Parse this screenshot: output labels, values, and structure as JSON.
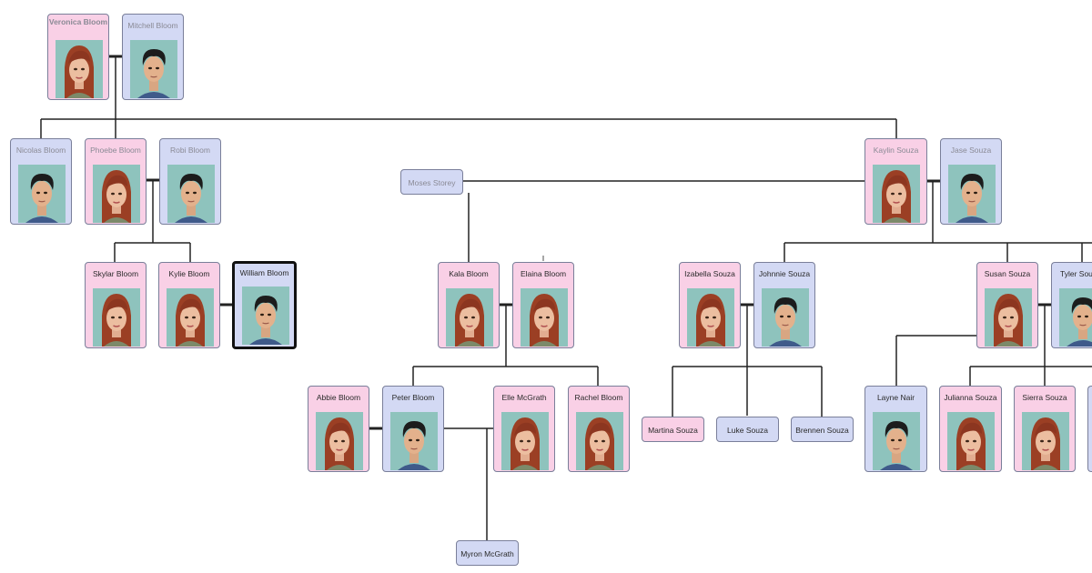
{
  "colors": {
    "female_card": "#f9d0e6",
    "male_card": "#d3d9f4",
    "portrait_bg": "#8ec3bd",
    "line": "#222222"
  },
  "people": [
    {
      "name": "Veronica Bloom",
      "icon": "female-avatar-icon"
    },
    {
      "name": "Mitchell Bloom",
      "icon": "male-avatar-icon"
    },
    {
      "name": "Nicolas Bloom",
      "icon": "male-avatar-icon"
    },
    {
      "name": "Phoebe Bloom",
      "icon": "female-avatar-icon"
    },
    {
      "name": "Robi Bloom",
      "icon": "male-avatar-icon"
    },
    {
      "name": "Skylar Bloom",
      "icon": "female-avatar-icon"
    },
    {
      "name": "Kylie Bloom",
      "icon": "female-avatar-icon"
    },
    {
      "name": "William Bloom",
      "icon": "male-avatar-icon"
    },
    {
      "name": "Moses Storey",
      "icon": ""
    },
    {
      "name": "Kala Bloom",
      "icon": "female-avatar-icon"
    },
    {
      "name": "Elaina Bloom",
      "icon": "female-avatar-icon"
    },
    {
      "name": "Abbie Bloom",
      "icon": "female-avatar-icon"
    },
    {
      "name": "Peter Bloom",
      "icon": "male-avatar-icon"
    },
    {
      "name": "Elle McGrath",
      "icon": "female-avatar-icon"
    },
    {
      "name": "Rachel Bloom",
      "icon": "female-avatar-icon"
    },
    {
      "name": "Myron McGrath",
      "icon": ""
    },
    {
      "name": "Izabella Souza",
      "icon": "female-avatar-icon"
    },
    {
      "name": "Johnnie Souza",
      "icon": "male-avatar-icon"
    },
    {
      "name": "Martina Souza",
      "icon": ""
    },
    {
      "name": "Luke Souza",
      "icon": ""
    },
    {
      "name": "Brennen Souza",
      "icon": ""
    },
    {
      "name": "Kaylin Souza",
      "icon": "female-avatar-icon"
    },
    {
      "name": "Jase Souza",
      "icon": "male-avatar-icon"
    },
    {
      "name": "Susan Souza",
      "icon": "female-avatar-icon"
    },
    {
      "name": "Tyler Sou",
      "icon": "male-avatar-icon"
    },
    {
      "name": "Layne Nair",
      "icon": "male-avatar-icon"
    },
    {
      "name": "Julianna Souza",
      "icon": "female-avatar-icon"
    },
    {
      "name": "Sierra Souza",
      "icon": "female-avatar-icon"
    }
  ]
}
